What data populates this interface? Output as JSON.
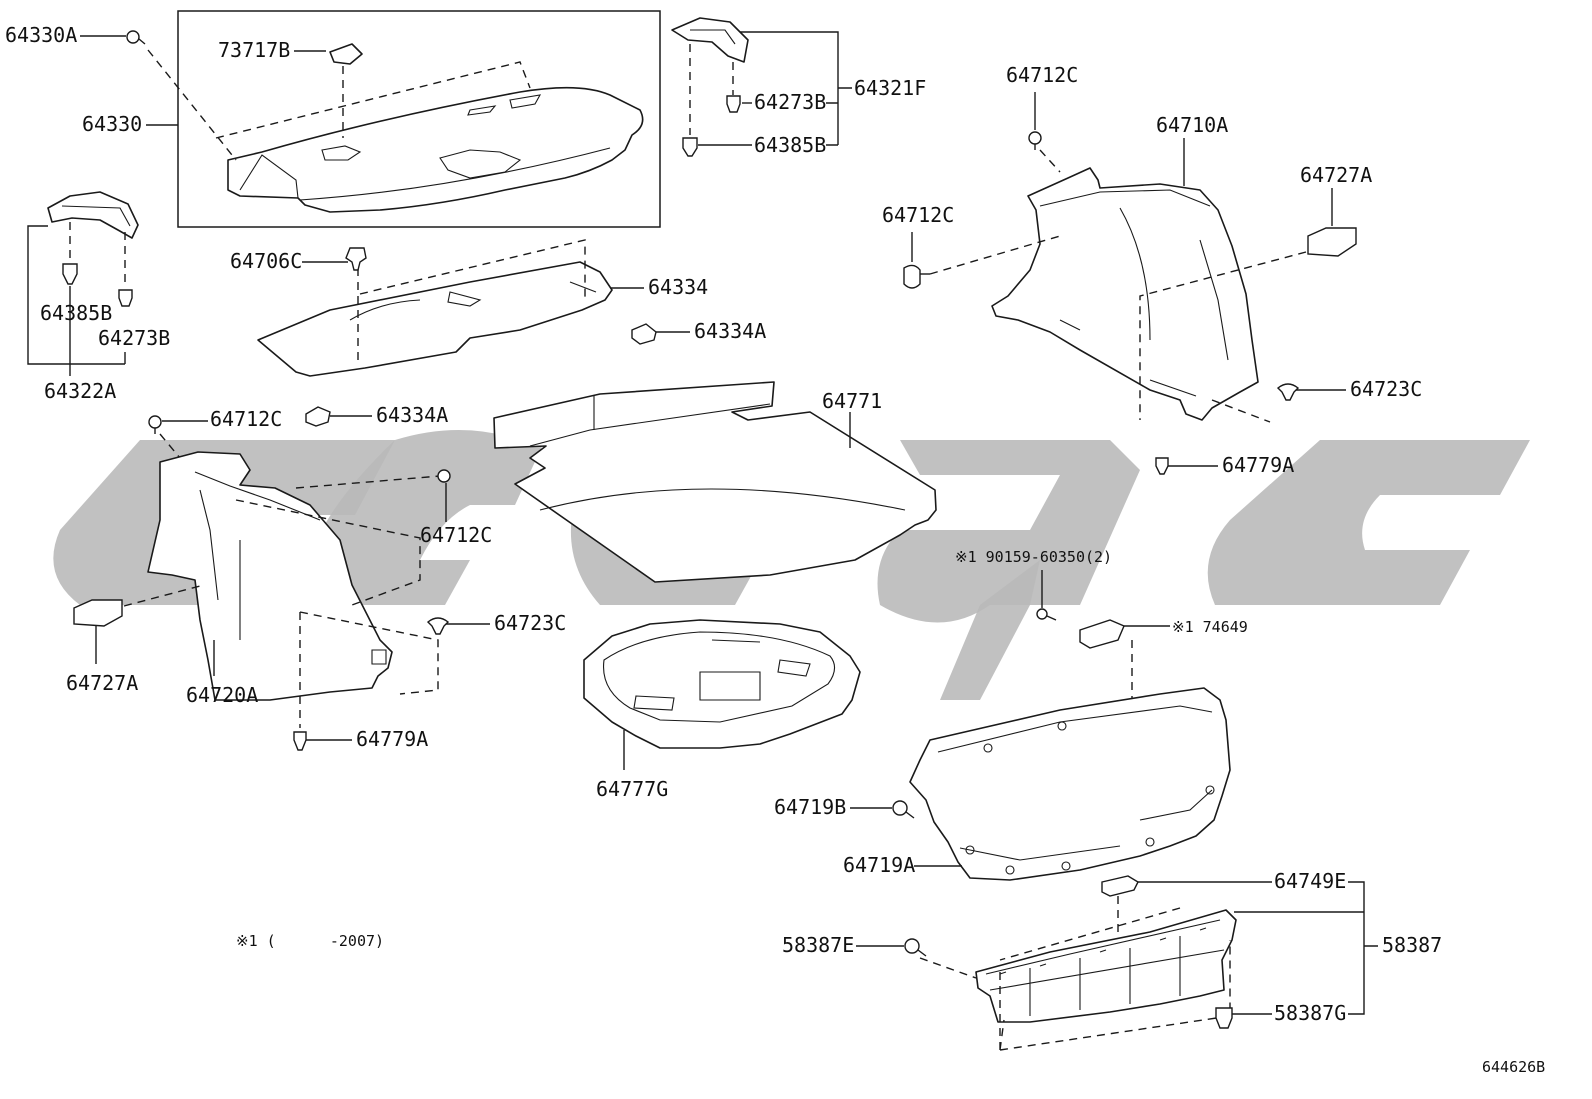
{
  "diagram": {
    "part_labels": {
      "p64330A": "64330A",
      "p73717B": "73717B",
      "p64330": "64330",
      "p64321F": "64321F",
      "p64273B_top": "64273B",
      "p64385B_top": "64385B",
      "p64322A": "64322A",
      "p64385B_left": "64385B",
      "p64273B_left": "64273B",
      "p64706C": "64706C",
      "p64334": "64334",
      "p64334A_right": "64334A",
      "p64334A_left": "64334A",
      "p64712C_left_top": "64712C",
      "p64712C_left_mid": "64712C",
      "p64727A_left": "64727A",
      "p64720A": "64720A",
      "p64723C_left": "64723C",
      "p64779A_left": "64779A",
      "p64771": "64771",
      "p64777G": "64777G",
      "p64712C_right_top": "64712C",
      "p64712C_right_mid": "64712C",
      "p64710A": "64710A",
      "p64727A_right": "64727A",
      "p64723C_right": "64723C",
      "p64779A_right": "64779A",
      "p90159": "※1 90159-60350(2)",
      "p74649": "※1 74649",
      "p64719B": "64719B",
      "p64719A": "64719A",
      "p64749E": "64749E",
      "p58387E": "58387E",
      "p58387": "58387",
      "p58387G": "58387G"
    },
    "footnote": "※1 (      -2007)",
    "figure_id": "644626B",
    "watermark_color": "#b8b8b8",
    "line_color": "#1a1a1a"
  }
}
